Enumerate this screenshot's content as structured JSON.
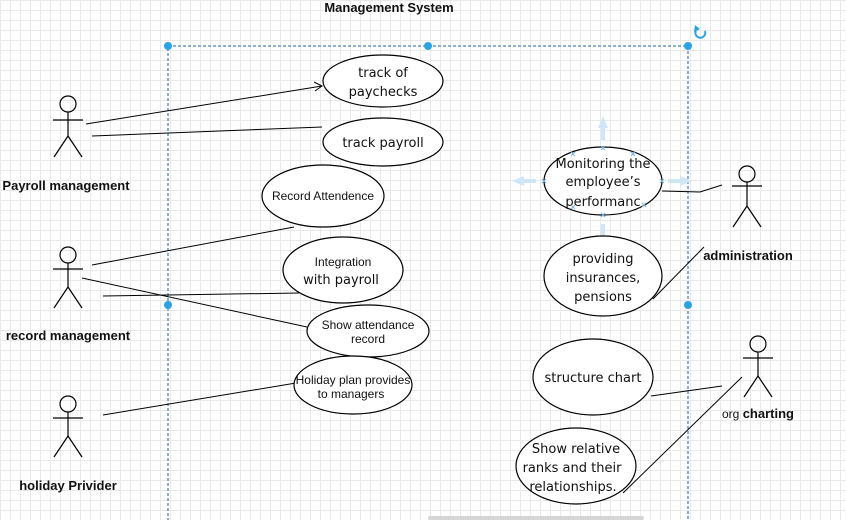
{
  "diagram": {
    "title": "Management System",
    "actors": {
      "payroll": "Payroll management",
      "record": "record management",
      "holiday": "holiday Privider",
      "administration": "administration",
      "org_prefix": "org ",
      "org_suffix": "charting"
    },
    "use_cases": {
      "track_paychecks": [
        "track of",
        "paychecks"
      ],
      "track_payroll": [
        "track payroll"
      ],
      "record_attendence": [
        "Record Attendence"
      ],
      "integration": [
        "Integration",
        "with payroll"
      ],
      "show_attendance": [
        "Show attendance",
        "record"
      ],
      "holiday_plan": [
        "Holiday plan provides",
        "to managers"
      ],
      "monitoring": [
        "Monitoring the",
        "employee’s",
        "performanc"
      ],
      "insurances": [
        "providing",
        "insurances,",
        "pensions"
      ],
      "structure_chart": [
        "structure chart"
      ],
      "relative_ranks": [
        "Show relative",
        "ranks and their",
        "relationships."
      ]
    },
    "colors": {
      "boundary": "#1e5ea8",
      "handle": "#29a3e6",
      "guide": "#cfe6f6",
      "grid": "#e9e9e9"
    },
    "icons": [
      "rotate-icon"
    ]
  }
}
